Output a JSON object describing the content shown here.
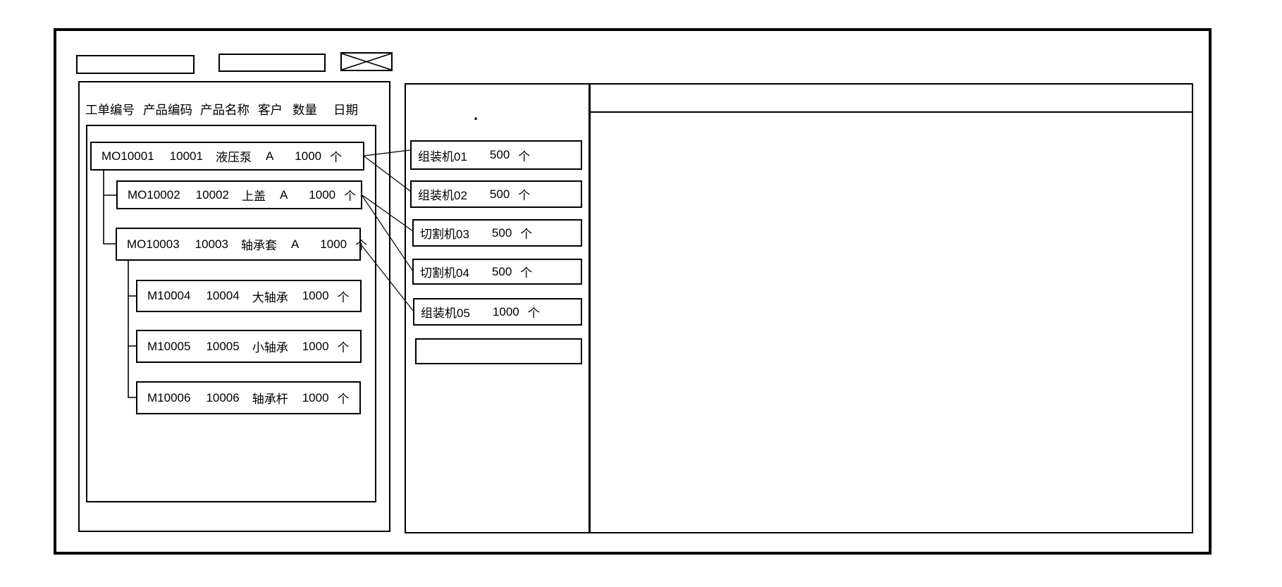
{
  "window": {
    "background": "#ffffff",
    "line_color": "#000000"
  },
  "toolbar": {
    "input1_value": "",
    "input2_value": "",
    "close_box": "x-crossed-box"
  },
  "work_order_panel": {
    "columns": [
      "工单编号",
      "产品编码",
      "产品名称",
      "客户",
      "数量",
      "日期"
    ],
    "rows": [
      {
        "order_no": "MO10001",
        "product_code": "10001",
        "product_name": "液压泵",
        "customer": "A",
        "qty": "1000",
        "unit": "个",
        "level": 0
      },
      {
        "order_no": "MO10002",
        "product_code": "10002",
        "product_name": "上盖",
        "customer": "A",
        "qty": "1000",
        "unit": "个",
        "level": 1
      },
      {
        "order_no": "MO10003",
        "product_code": "10003",
        "product_name": "轴承套",
        "customer": "A",
        "qty": "1000",
        "unit": "个",
        "level": 1
      },
      {
        "order_no": "M10004",
        "product_code": "10004",
        "product_name": "大轴承",
        "customer": "",
        "qty": "1000",
        "unit": "个",
        "level": 2
      },
      {
        "order_no": "M10005",
        "product_code": "10005",
        "product_name": "小轴承",
        "customer": "",
        "qty": "1000",
        "unit": "个",
        "level": 2
      },
      {
        "order_no": "M10006",
        "product_code": "10006",
        "product_name": "轴承杆",
        "customer": "",
        "qty": "1000",
        "unit": "个",
        "level": 2
      }
    ]
  },
  "machine_panel": {
    "header_mark": ".",
    "machines": [
      {
        "name": "组装机01",
        "qty": "500",
        "unit": "个"
      },
      {
        "name": "组装机02",
        "qty": "500",
        "unit": "个"
      },
      {
        "name": "切割机03",
        "qty": "500",
        "unit": "个"
      },
      {
        "name": "切割机04",
        "qty": "500",
        "unit": "个"
      },
      {
        "name": "组装机05",
        "qty": "1000",
        "unit": "个"
      },
      {
        "name": "",
        "qty": "",
        "unit": ""
      }
    ]
  },
  "assignments": [
    {
      "from": "MO10001",
      "to": "组装机01"
    },
    {
      "from": "MO10001",
      "to": "组装机02"
    },
    {
      "from": "MO10002",
      "to": "切割机03"
    },
    {
      "from": "MO10002",
      "to": "切割机04"
    },
    {
      "from": "MO10003",
      "to": "组装机05"
    }
  ],
  "detail_panel": {
    "content": ""
  }
}
